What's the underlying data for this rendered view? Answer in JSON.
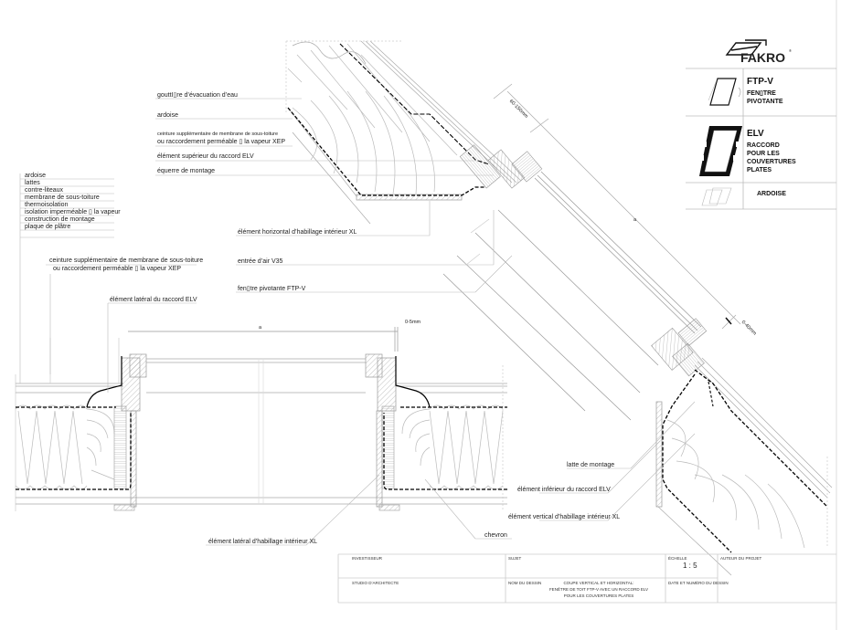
{
  "brand": {
    "name": "FAKRO",
    "registered": "®"
  },
  "legend": {
    "items": [
      {
        "code": "FTP-V",
        "desc_lines": [
          "FEN▯TRE",
          "PIVOTANTE"
        ],
        "icon": "pivot-window-icon"
      },
      {
        "code": "ELV",
        "desc_lines": [
          "RACCORD",
          "POUR LES",
          "COUVERTURES",
          "PLATES"
        ],
        "icon": "flashing-frame-icon"
      },
      {
        "code": "",
        "desc_lines": [
          "ARDOISE"
        ],
        "icon": "slate-icon"
      }
    ]
  },
  "labels_top": [
    "gouttI▯re d’évacuation  d’eau",
    "ardoise",
    "ceinture supplémentaire de membrane de sous-toiture",
    "ou raccordement perméable ▯ la vapeur XEP",
    "élément supérieur du raccord ELV",
    "équerre de montage"
  ],
  "layers": [
    "ardoise",
    "lattes",
    "contre-liteaux",
    "membrane de sous-toiture",
    "thermoisolation",
    "isolation imperméable ▯ la vapeur",
    "construction de montage",
    "plaque de plâtre"
  ],
  "labels_mid": {
    "ceinture_line1": "ceinture supplémentaire de membrane de sous-toiture",
    "ceinture_line2": "ou raccordement perméable ▯ la vapeur XEP",
    "lateral_elv": "élément latéral du raccord ELV",
    "horizontal_xl": "élément horizontal d’habillage intérieur XL",
    "air_inlet": "entrée d’air V35",
    "window": "fen▯tre pivotante FTP-V"
  },
  "labels_bottom": {
    "latte": "latte de montage",
    "lower_elv": "élément inférieur du raccord ELV",
    "vertical_xl": "élément vertical d’habillage intérieur XL",
    "lateral_xl": "élément latéral d’habillage intérieur XL",
    "chevron": "chevron"
  },
  "dimensions": {
    "top_gap": "60-150mm",
    "diag_a": "a",
    "bottom_gap": "0-40mm",
    "horiz_a": "a",
    "side_gap": "0-5mm"
  },
  "title_block": {
    "investor_label": "INVESTISSEUR",
    "subject_label": "SUJET",
    "scale_label": "ÉCHELLE",
    "scale_value": "1 : 5",
    "author_label": "AUTEUR DU PROJET",
    "studio_label": "STUDIO D’ARCHITECTE",
    "drawing_name_label": "NOM DU DESSIN",
    "drawing_name_lines": [
      "COUPE VERTICAL ET HORIZONTAL:",
      "FENÊTRE DE TOIT FTP-V AVEC UN RACCORD ELV",
      "POUR LES COUVERTURES PLATES"
    ],
    "date_label": "DATE ET NUMÉRO DU DESSIN"
  },
  "colors": {
    "line": "#9a9a9a",
    "ink": "#111111",
    "membrane": "#000000",
    "frame": "#bbbbbb"
  }
}
